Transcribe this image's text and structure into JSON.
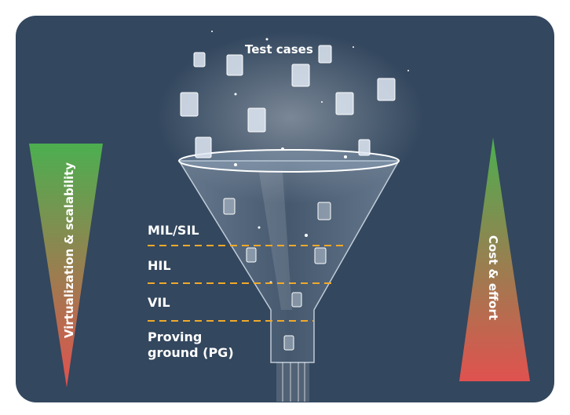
{
  "title": "Test cases",
  "stages": [
    {
      "label": "MIL/SIL"
    },
    {
      "label": "HIL"
    },
    {
      "label": "VIL"
    },
    {
      "label": "Proving ground (PG)",
      "line1": "Proving",
      "line2": "ground (PG)"
    }
  ],
  "left_scale": {
    "label": "Virtualization & scalability",
    "top_color": "#4caf50",
    "bottom_color": "#e0524f"
  },
  "right_scale": {
    "label": "Cost & effort",
    "top_color": "#4caf50",
    "bottom_color": "#e0524f"
  },
  "colors": {
    "background": "#33475e",
    "divider": "#f0a92a"
  }
}
